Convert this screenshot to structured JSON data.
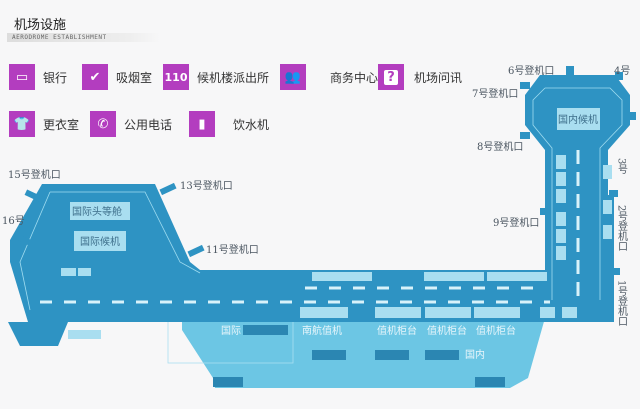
{
  "header": {
    "title": "机场设施",
    "subtitle": "AERODROME ESTABLISHMENT"
  },
  "legend": [
    {
      "icon": "bank-icon",
      "label": "银行"
    },
    {
      "icon": "smoking-room-icon",
      "label": "吸烟室"
    },
    {
      "icon": "police-icon",
      "icon_text": "110",
      "label": "候机楼派出所"
    },
    {
      "icon": "business-center-icon",
      "label": "商务中心"
    },
    {
      "icon": "information-icon",
      "icon_text": "?",
      "label": "机场问讯"
    },
    {
      "icon": "changing-room-icon",
      "label": "更衣室"
    },
    {
      "icon": "public-phone-icon",
      "label": "公用电话"
    },
    {
      "icon": "water-dispenser-icon",
      "label": "饮水机"
    }
  ],
  "gates": {
    "g1": "1号登机口",
    "g2": "2号登机口",
    "g3": "3号",
    "g4": "4号",
    "g6": "6号登机口",
    "g7": "7号登机口",
    "g8": "8号登机口",
    "g9": "9号登机口",
    "g11": "11号登机口",
    "g13": "13号登机口",
    "g15": "15号登机口",
    "g16": "16号"
  },
  "areas": {
    "intl_first_class": "国际头等舱",
    "intl_waiting": "国际候机",
    "domestic_waiting": "国内候机",
    "intl": "国际",
    "china_southern_checkin": "南航值机",
    "checkin_counter": "值机柜台",
    "domestic": "国内"
  },
  "colors": {
    "terminal": "#2e93c3",
    "hall": "#6cc6e4",
    "accent": "#b33dbf",
    "box": "#a9def0"
  }
}
